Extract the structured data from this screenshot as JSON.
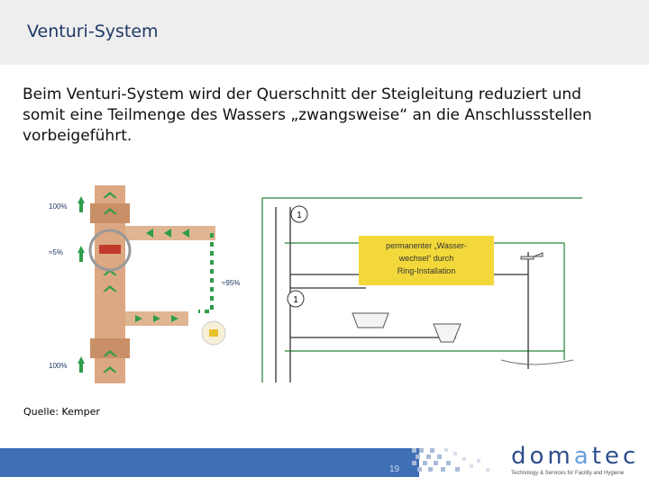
{
  "slide": {
    "title": "Venturi-System",
    "body": "Beim Venturi-System wird der Querschnitt der Steigleitung reduziert und somit eine Teilmenge des Wassers „zwangsweise“ an die Anschlussstellen vorbeigeführt.",
    "source": "Quelle: Kemper",
    "page_number": "19"
  },
  "figure_left": {
    "label_top": "100%",
    "label_mid": "≈5%",
    "label_loop": "≈95%",
    "label_bottom": "100%"
  },
  "figure_right": {
    "callout_line1": "permanenter „Wasser-",
    "callout_line2": "wechsel“ durch",
    "callout_line3": "Ring-Installation",
    "marker_1": "1",
    "marker_2": "1"
  },
  "logo": {
    "text_start": "dom",
    "text_accent": "a",
    "text_end": "tec",
    "tagline": "Technology & Services for Facility and Hygiene"
  },
  "colors": {
    "title": "#1f3864",
    "footer": "#3f6fb5",
    "pipe": "#d9a57e",
    "arrows": "#2f9d4a",
    "callout": "#f2d83a"
  }
}
